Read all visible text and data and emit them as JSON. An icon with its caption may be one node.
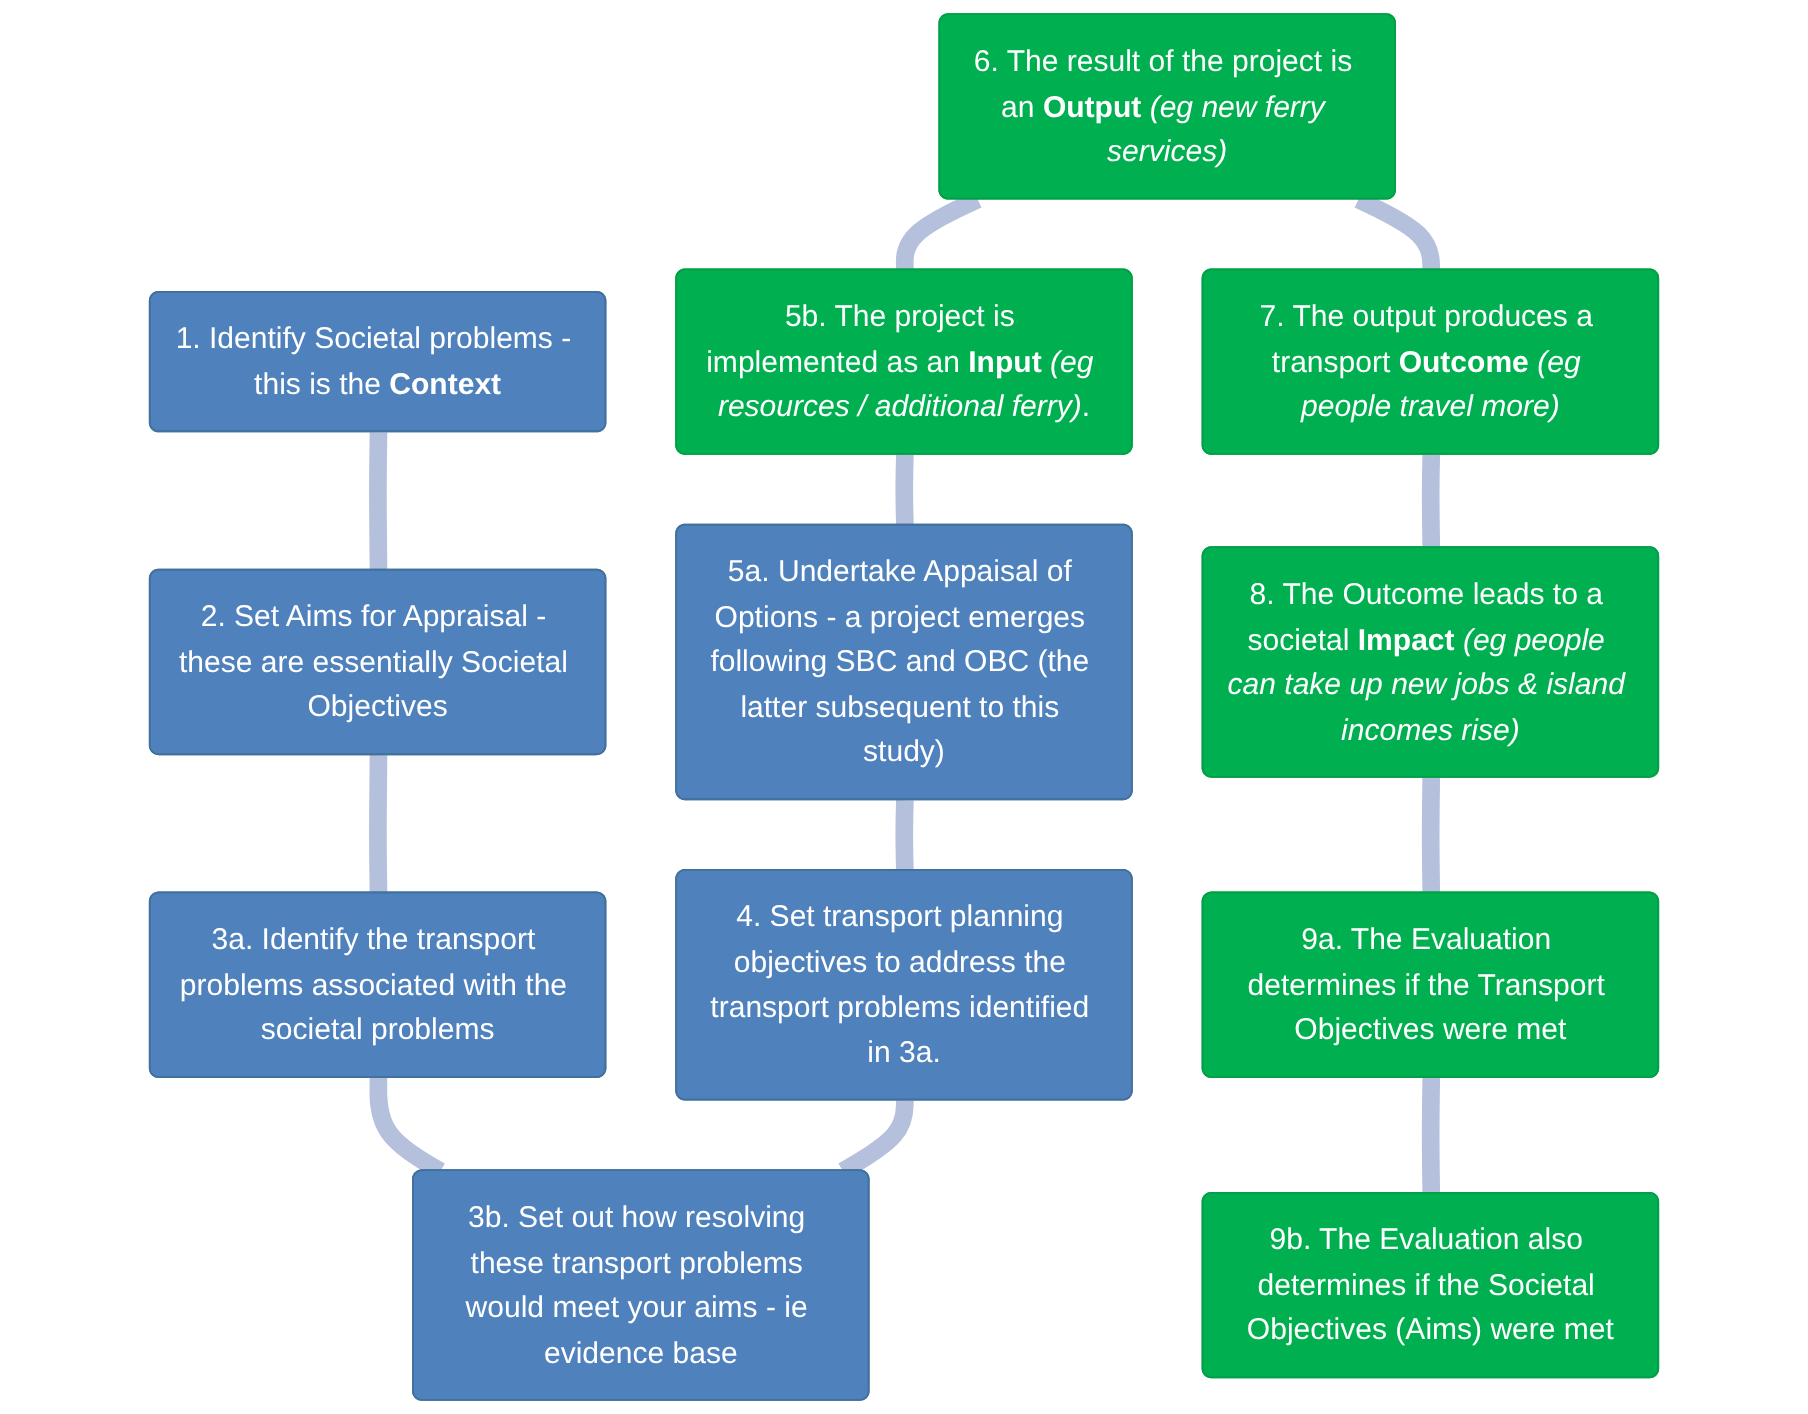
{
  "diagram": {
    "nodes": [
      {
        "text": [
          "1. Identify Societal problems - this is the **Context**"
        ]
      },
      {
        "text": [
          "2. Set Aims for Appraisal - these are essentially Societal Objectives"
        ]
      },
      {
        "text": [
          "3a. Identify the transport problems associated with the societal problems"
        ]
      },
      {
        "text": [
          "3b. Set out how resolving these transport problems would meet your aims - ie evidence base"
        ]
      },
      {
        "text": [
          "4. Set transport planning objectives to address the transport problems identified in 3a."
        ]
      },
      {
        "text": [
          "5a. Undertake Appaisal of Options - a project emerges following SBC and OBC (the latter subsequent to this study)"
        ]
      },
      {
        "text": [
          "5b. The project is implemented as an **Input** *(eg resources / additional ferry)*."
        ]
      },
      {
        "text": [
          "6. The result of the project is an **Output** *(eg new ferry services)*"
        ]
      },
      {
        "text": [
          "7. The output produces a transport **Outcome** *(eg people travel more)*"
        ]
      },
      {
        "text": [
          "8. The Outcome leads to a societal **Impact** *(eg people can take up new jobs & island incomes rise)*"
        ]
      },
      {
        "text": [
          "9a. The Evaluation determines if the Transport Objectives were met"
        ]
      },
      {
        "text": [
          "9b. The Evaluation also determines if the Societal Objectives (Aims) were met"
        ]
      }
    ],
    "edges": [
      {
        "from": 0,
        "to": 1,
        "arrow": "none"
      },
      {
        "from": 1,
        "to": 2,
        "arrow": "none"
      },
      {
        "from": 2,
        "to": 3,
        "arrow": "none"
      },
      {
        "from": 3,
        "to": 4,
        "arrow": "none"
      },
      {
        "from": 4,
        "to": 5,
        "arrow": "none"
      },
      {
        "from": 5,
        "to": 6,
        "arrow": "none"
      },
      {
        "from": 6,
        "to": 7,
        "arrow": "none"
      },
      {
        "from": 7,
        "to": 8,
        "arrow": "none"
      },
      {
        "from": 8,
        "to": 9,
        "arrow": "none"
      },
      {
        "from": 9,
        "to": 10,
        "arrow": "none"
      },
      {
        "from": 10,
        "to": 11,
        "arrow": "none"
      }
    ]
  }
}
